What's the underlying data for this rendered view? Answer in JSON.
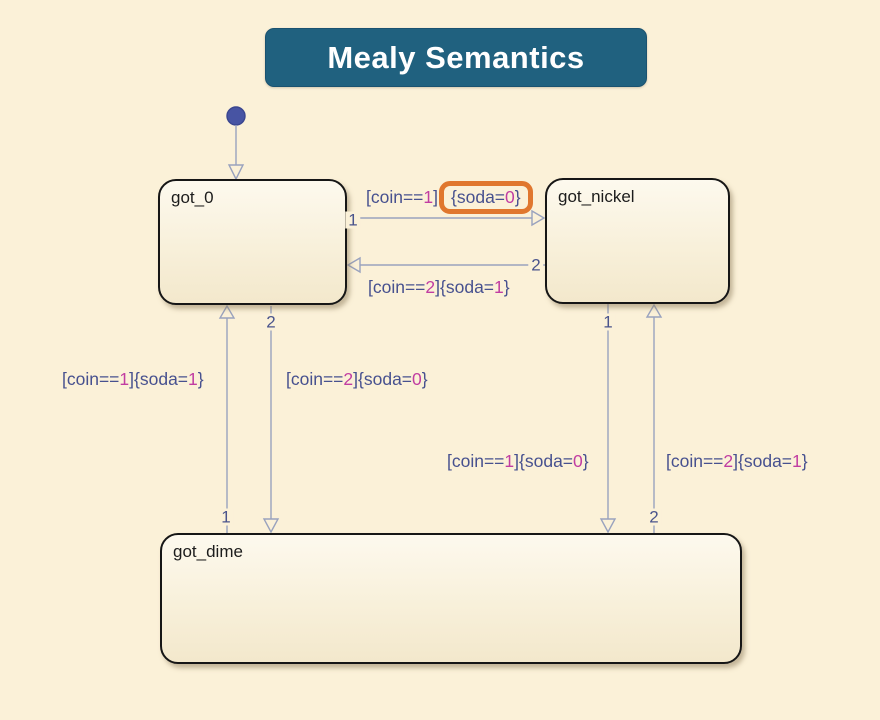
{
  "title": {
    "text": "Mealy Semantics"
  },
  "colors": {
    "background": "#fbf1d8",
    "banner": "#20617f",
    "banner_text": "#ffffff",
    "state_fill": "#f9f2e0",
    "state_border": "#161616",
    "transition_line": "#99a2be",
    "label_text": "#47518f",
    "label_number": "#c13da2",
    "priority_text": "#4a548c",
    "highlight_box": "#e0772e",
    "initial_dot": "#4754a3"
  },
  "states": [
    {
      "id": "got_0",
      "label": "got_0"
    },
    {
      "id": "got_nickel",
      "label": "got_nickel"
    },
    {
      "id": "got_dime",
      "label": "got_dime"
    }
  ],
  "initial_transition": {
    "target": "got_0"
  },
  "transitions": [
    {
      "from": "got_0",
      "to": "got_nickel",
      "priority": "1",
      "label": "[coin==1]{soda=0}",
      "highlighted_part": "{soda=0}",
      "parts": [
        "[coin==",
        "1",
        "]"
      ],
      "boxed_parts": [
        "{soda=",
        "0",
        "}"
      ]
    },
    {
      "from": "got_nickel",
      "to": "got_0",
      "priority": "2",
      "label": "[coin==2]{soda=1}",
      "parts": [
        "[coin==",
        "2",
        "]{soda=",
        "1",
        "}"
      ]
    },
    {
      "from": "got_dime",
      "to": "got_0",
      "priority": "1",
      "label": "[coin==1]{soda=1}",
      "parts": [
        "[coin==",
        "1",
        "]{soda=",
        "1",
        "}"
      ]
    },
    {
      "from": "got_0",
      "to": "got_dime",
      "priority": "2",
      "label": "[coin==2]{soda=0}",
      "parts": [
        "[coin==",
        "2",
        "]{soda=",
        "0",
        "}"
      ]
    },
    {
      "from": "got_nickel",
      "to": "got_dime",
      "priority": "1",
      "label": "[coin==1]{soda=0}",
      "parts": [
        "[coin==",
        "1",
        "]{soda=",
        "0",
        "}"
      ]
    },
    {
      "from": "got_dime",
      "to": "got_nickel",
      "priority": "2",
      "label": "[coin==2]{soda=1}",
      "parts": [
        "[coin==",
        "2",
        "]{soda=",
        "1",
        "}"
      ]
    }
  ]
}
